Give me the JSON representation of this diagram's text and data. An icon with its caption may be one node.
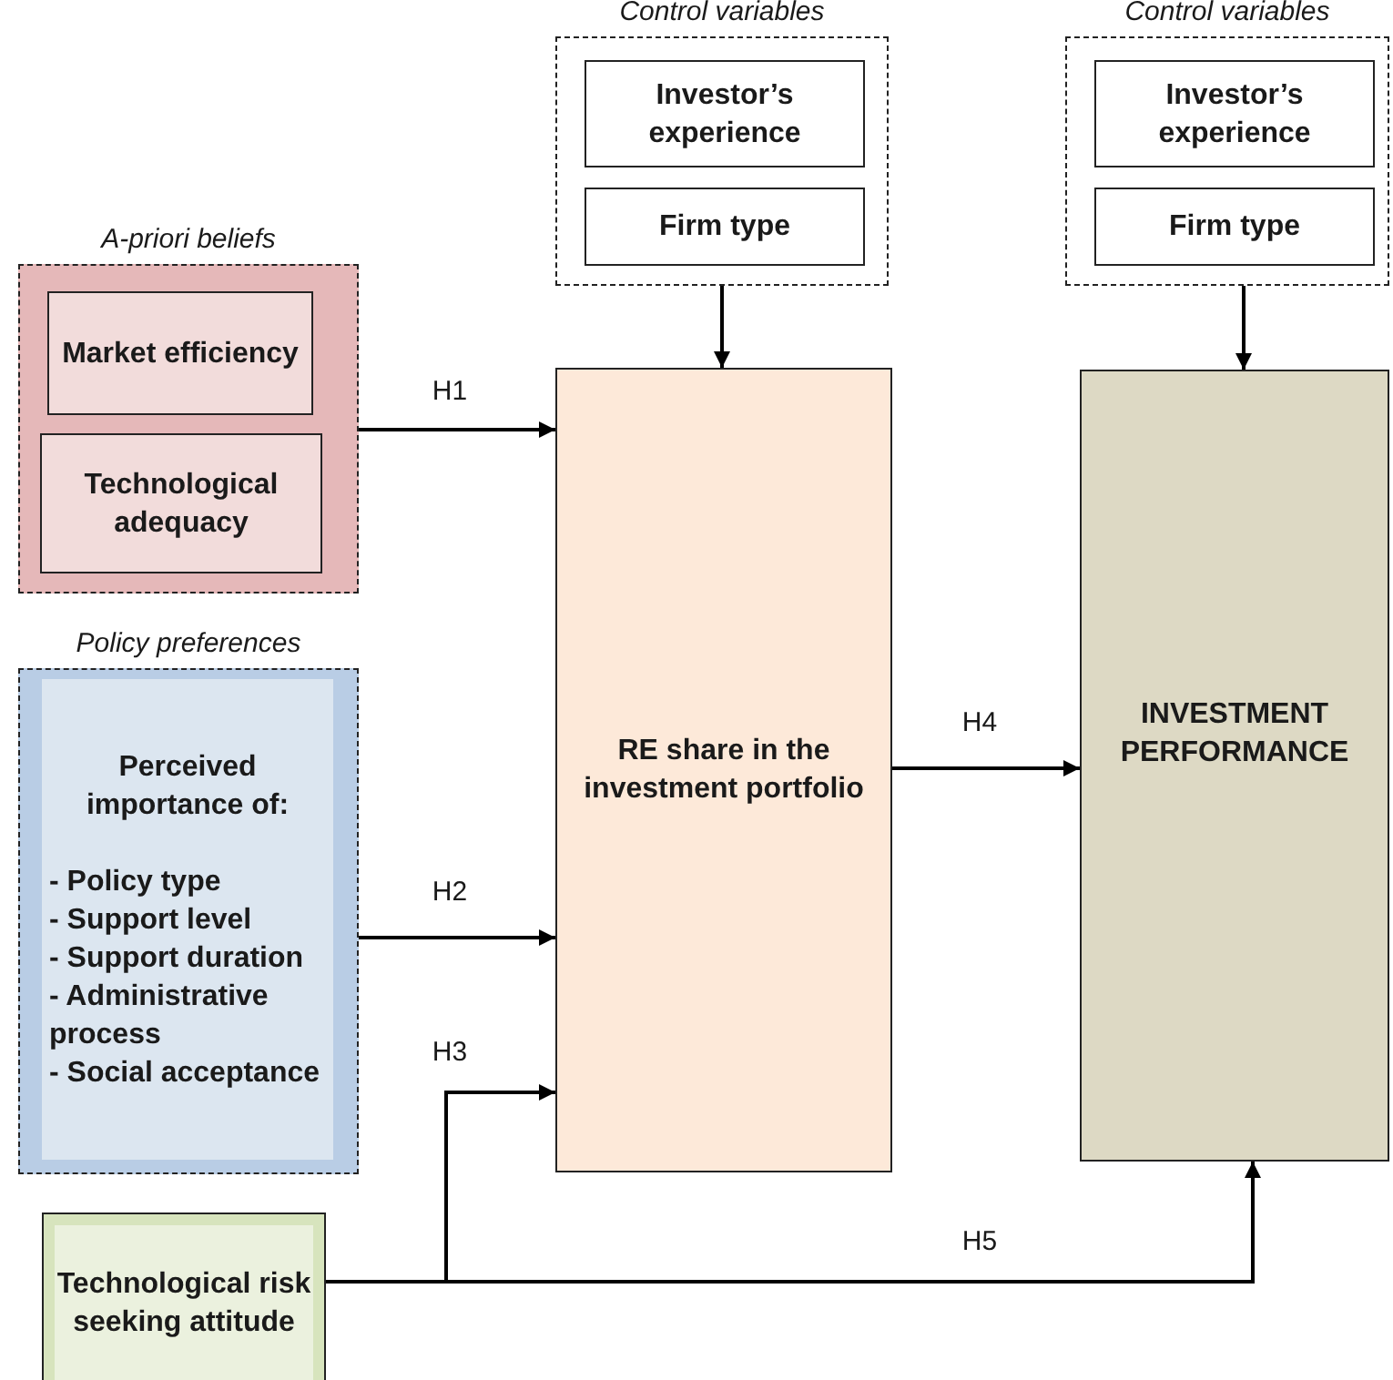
{
  "diagram": {
    "nodes": [
      {
        "text": [
          "Control variables"
        ]
      },
      {
        "text": [
          "Investor’s experience"
        ],
        "in": 0
      },
      {
        "text": [
          "Firm type"
        ],
        "in": 0
      },
      {
        "text": [
          "Control variables"
        ]
      },
      {
        "text": [
          "Investor’s experience"
        ],
        "in": 3
      },
      {
        "text": [
          "Firm type"
        ],
        "in": 3
      },
      {
        "text": [
          "A-priori beliefs"
        ]
      },
      {
        "text": [
          "Market efficiency"
        ],
        "in": 6
      },
      {
        "text": [
          "Technological adequacy"
        ],
        "in": 6
      },
      {
        "text": [
          "Policy preferences"
        ]
      },
      {
        "text": [
          "Perceived importance of:",
          "- Policy type",
          "- Support level",
          "- Support duration",
          "- Administrative process",
          "- Social acceptance"
        ],
        "in": 9
      },
      {
        "text": [
          "RE share in the investment portfolio"
        ]
      },
      {
        "text": [
          "INVESTMENT PERFORMANCE"
        ]
      },
      {
        "text": [
          "Technological risk seeking attitude"
        ]
      }
    ],
    "edges": [
      {
        "from": 0,
        "to": 11,
        "arrow": "to"
      },
      {
        "from": 3,
        "to": 12,
        "arrow": "to"
      },
      {
        "from": 6,
        "to": 11,
        "arrow": "to",
        "label": "H1"
      },
      {
        "from": 9,
        "to": 11,
        "arrow": "to",
        "label": "H2"
      },
      {
        "from": 13,
        "to": 11,
        "arrow": "to",
        "label": "H3"
      },
      {
        "from": 11,
        "to": 12,
        "arrow": "to",
        "label": "H4"
      },
      {
        "from": 13,
        "to": 12,
        "arrow": "to",
        "label": "H5"
      }
    ]
  }
}
